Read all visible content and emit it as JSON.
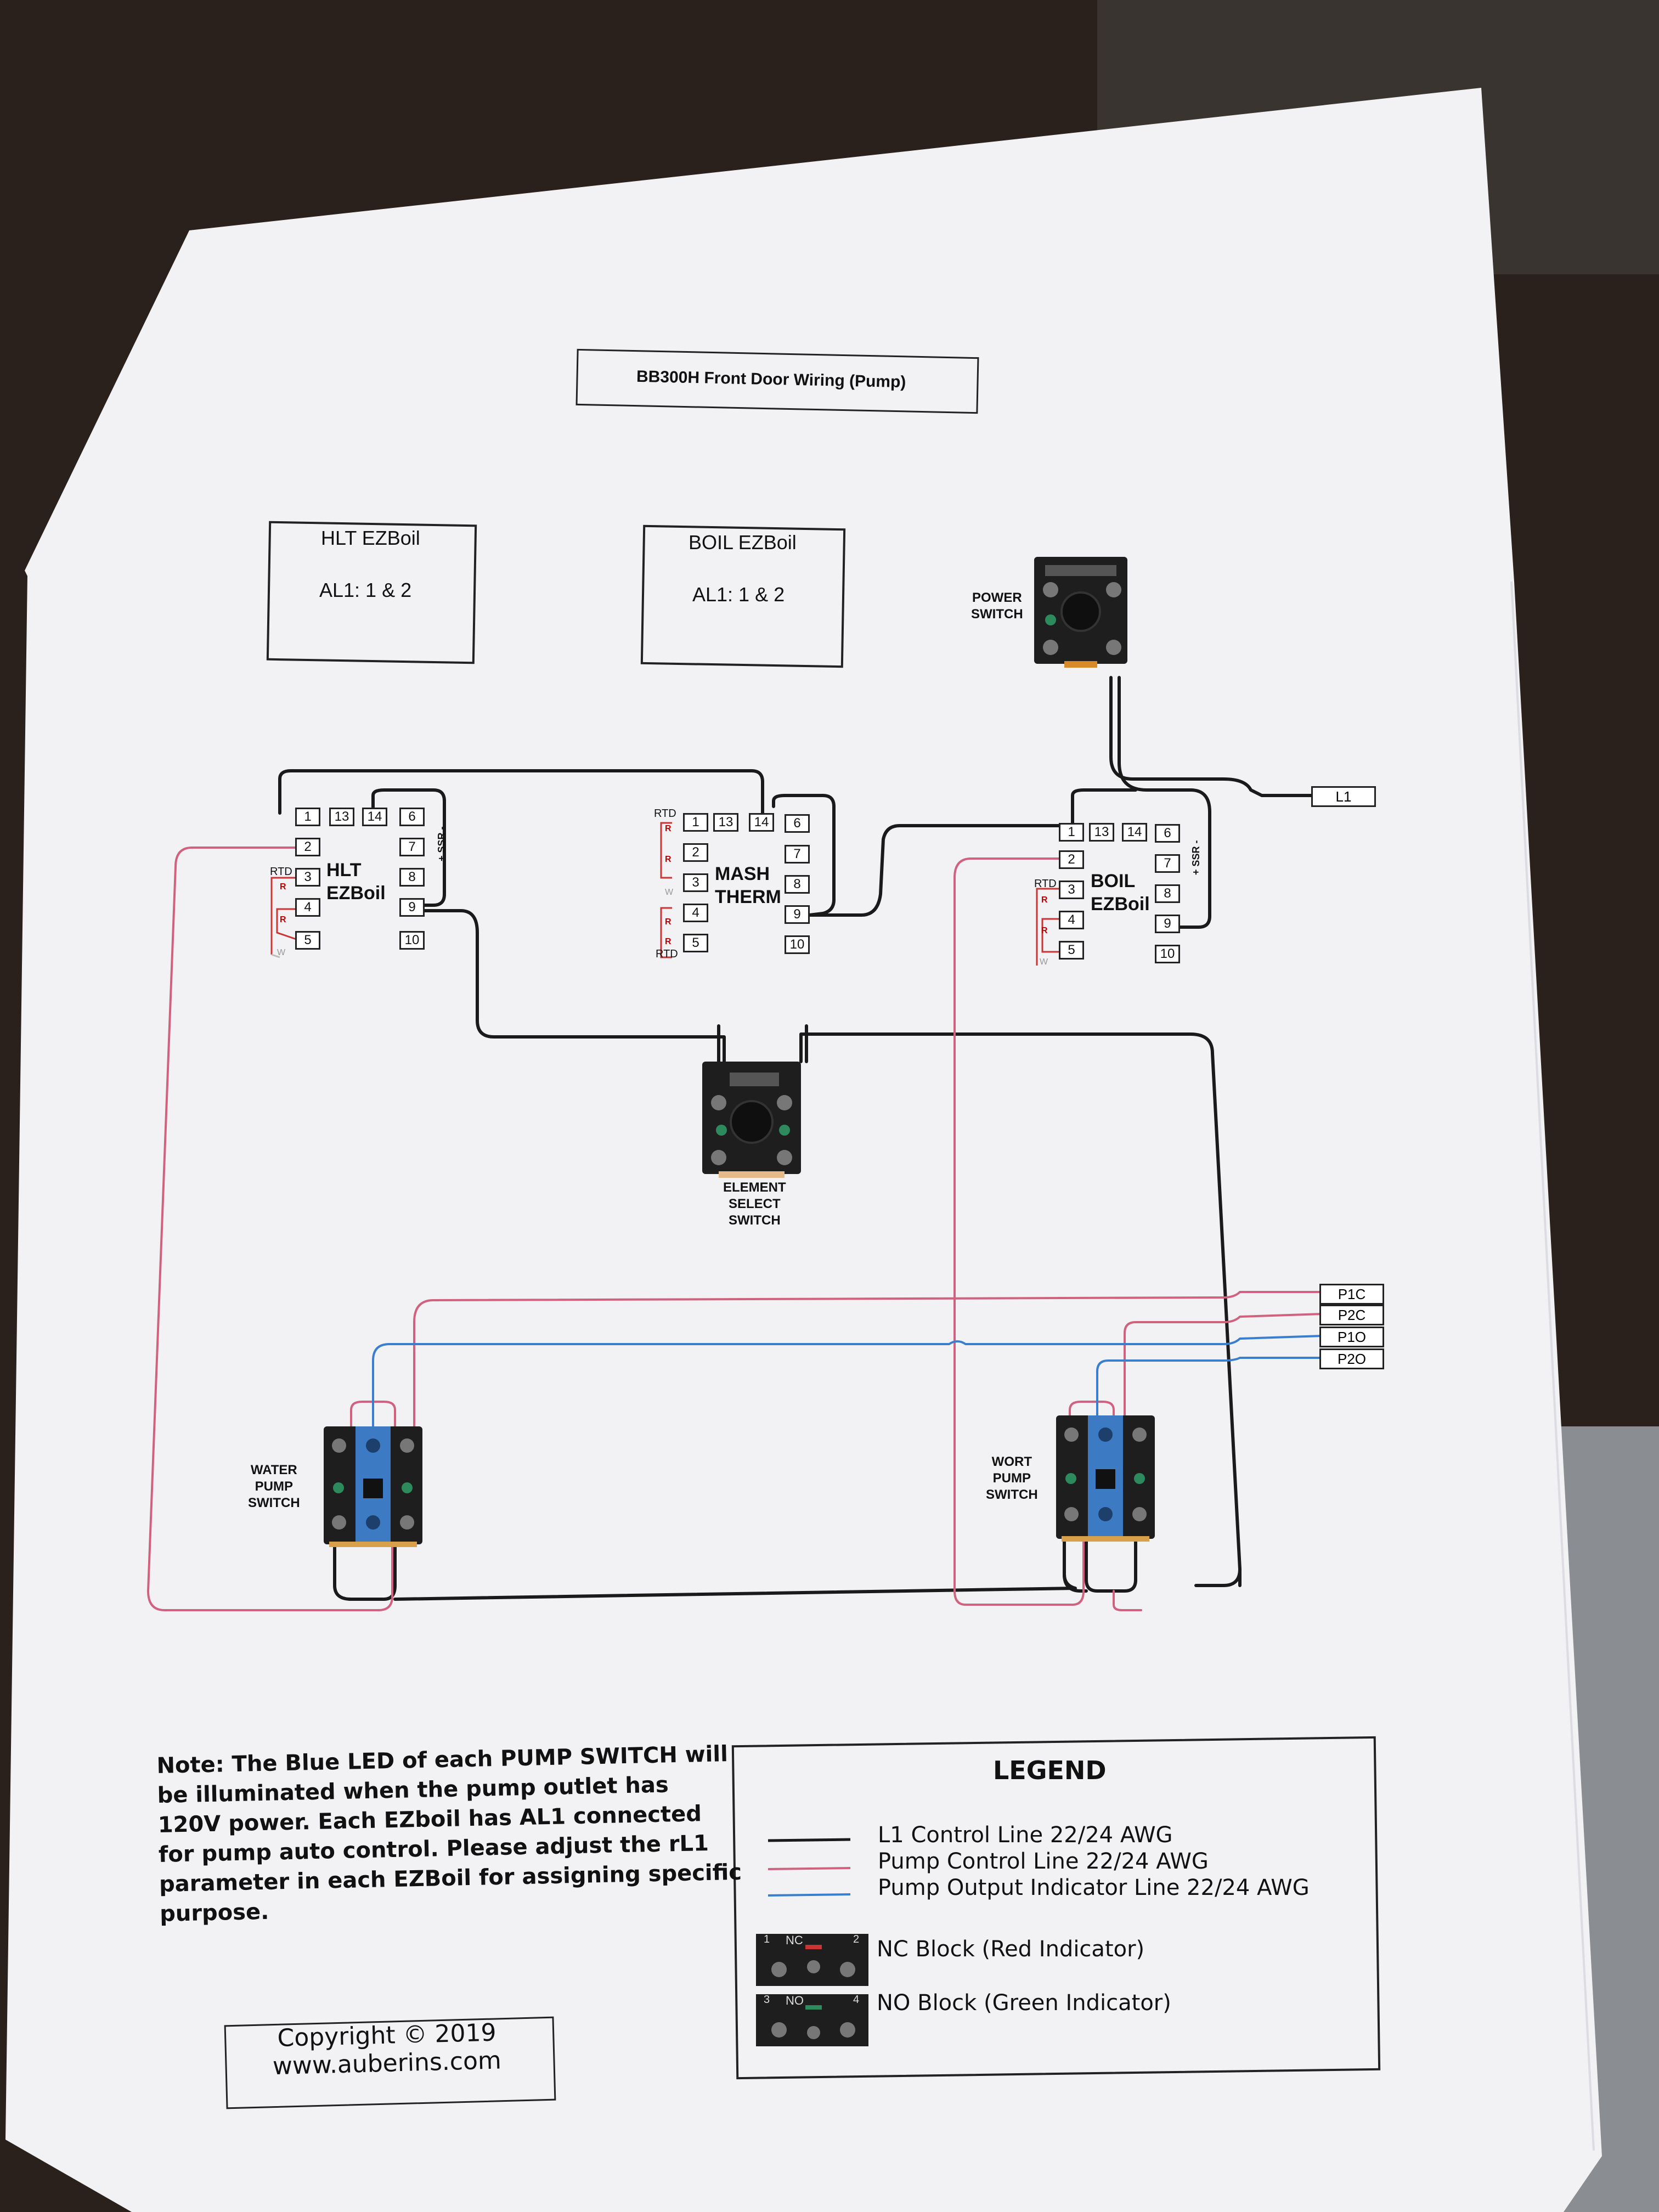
{
  "title": "BB300H Front Door Wiring (Pump)",
  "controllers": {
    "hlt_box": {
      "name": "HLT EZBoil",
      "alarm": "AL1: 1 & 2"
    },
    "boil_box": {
      "name": "BOIL EZBoil",
      "alarm": "AL1: 1 & 2"
    }
  },
  "ezboil_units": {
    "hlt": {
      "name_line1": "HLT",
      "name_line2": "EZBoil",
      "ssr": "+ SSR -"
    },
    "mash": {
      "name_line1": "MASH",
      "name_line2": "THERM"
    },
    "boil": {
      "name_line1": "BOIL",
      "name_line2": "EZBoil",
      "ssr": "+ SSR -"
    }
  },
  "terminals": {
    "top_row": [
      "1",
      "13",
      "14",
      "6"
    ],
    "left_col": [
      "2",
      "3",
      "4",
      "5"
    ],
    "right_col": [
      "7",
      "8",
      "9",
      "10"
    ]
  },
  "rtd_labels": {
    "rtd": "RTD",
    "r": "R",
    "w": "W"
  },
  "switches": {
    "power": {
      "line1": "POWER",
      "line2": "SWITCH"
    },
    "element": {
      "line1": "ELEMENT",
      "line2": "SELECT",
      "line3": "SWITCH"
    },
    "water": {
      "line1": "WATER",
      "line2": "PUMP",
      "line3": "SWITCH"
    },
    "wort": {
      "line1": "WORT",
      "line2": "PUMP",
      "line3": "SWITCH"
    }
  },
  "outputs": {
    "l1": "L1",
    "p1c": "P1C",
    "p2c": "P2C",
    "p1o": "P1O",
    "p2o": "P2O"
  },
  "note": {
    "line1": "Note: The Blue LED of each PUMP SWITCH will",
    "line2": "be illuminated when the pump outlet has",
    "line3": "120V power. Each EZboil has AL1 connected",
    "line4": "for pump auto control. Please adjust the rL1",
    "line5": "parameter in each EZBoil for assigning specific",
    "line6": "purpose."
  },
  "legend": {
    "title": "LEGEND",
    "control_line": "L1 Control Line 22/24 AWG",
    "pump_control_line": "Pump Control Line 22/24 AWG",
    "pump_output_line": "Pump Output Indicator Line 22/24 AWG",
    "nc_block": "NC Block (Red Indicator)",
    "no_block": "NO Block (Green Indicator)",
    "nc_tag": "NC",
    "no_tag": "NO",
    "nc_num1": "1",
    "nc_num2": "2",
    "no_num1": "3",
    "no_num2": "4"
  },
  "copyright": {
    "line1": "Copyright © 2019",
    "line2": "www.auberins.com"
  },
  "colors": {
    "control_line": "#1a1a1a",
    "pump_control_line": "#d0627f",
    "pump_output_line": "#3a7fcf",
    "paper": "#f3f3f5",
    "background": "#2b221d"
  }
}
